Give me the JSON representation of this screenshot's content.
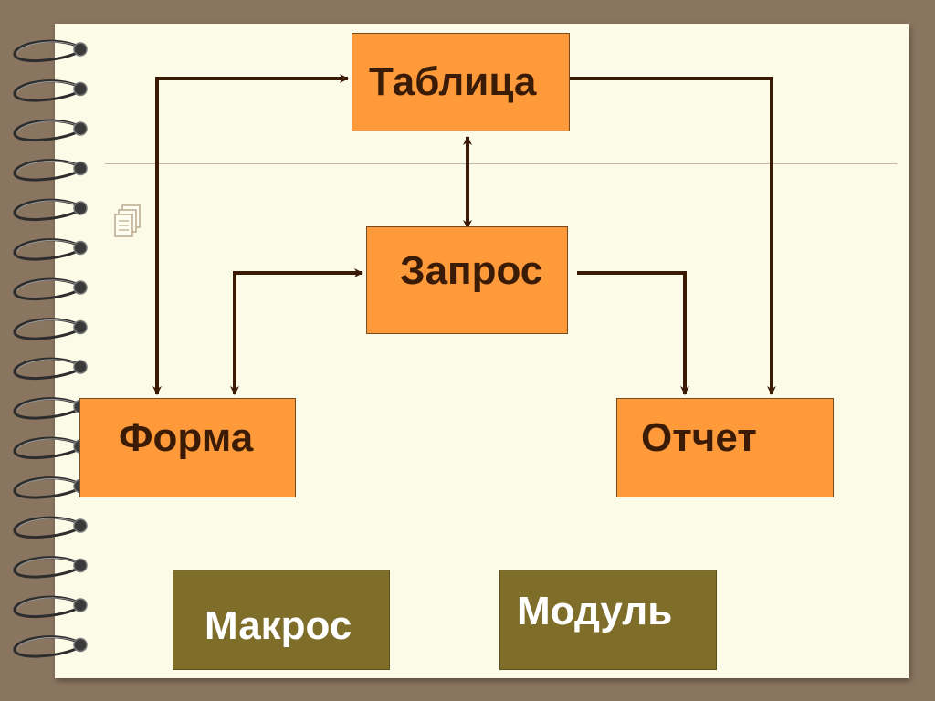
{
  "diagram": {
    "nodes": {
      "table": "Таблица",
      "query": "Запрос",
      "form": "Форма",
      "report": "Отчет",
      "macro": "Макрос",
      "module": "Модуль"
    }
  },
  "colors": {
    "page_background": "#8a7560",
    "paper": "#fbfbe8",
    "box_orange": "#ff9a3a",
    "box_olive": "#7f6d2a",
    "arrow": "#3a1a05"
  },
  "icons": [
    "spiral-binding-icon",
    "document-stack-icon"
  ]
}
